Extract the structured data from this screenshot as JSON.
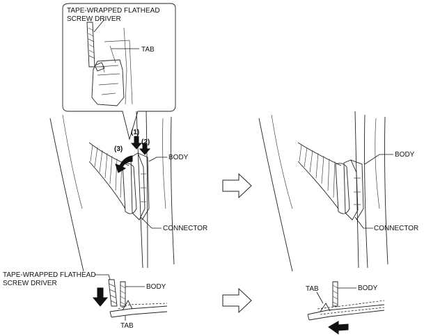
{
  "labels": {
    "tool_inset": [
      "TAPE-WRAPPED FLATHEAD",
      "SCREW DRIVER"
    ],
    "tab_inset": "TAB",
    "step1": "(1)",
    "step2": "(2)",
    "step3": "(3)",
    "body_left": "BODY",
    "connector_left": "CONNECTOR",
    "body_right": "BODY",
    "connector_right": "CONNECTOR",
    "tool_bottom": [
      "TAPE-WRAPPED FLATHEAD",
      "SCREW DRIVER"
    ],
    "body_bottom_left": "BODY",
    "tab_bottom_left": "TAB",
    "tab_bottom_right": "TAB",
    "body_bottom_right": "BODY"
  },
  "icons": {
    "transition_arrow": "hollow-right-arrow",
    "push_arrow": "black-down-arrow",
    "pull_arrow": "black-left-arrow"
  }
}
